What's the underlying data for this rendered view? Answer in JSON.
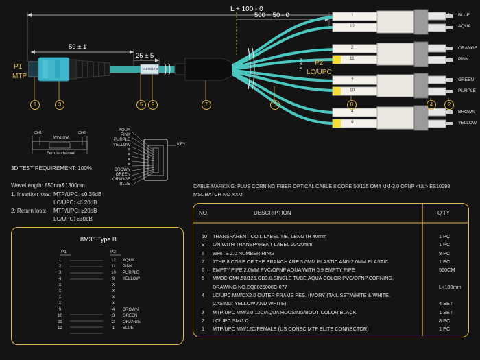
{
  "dims": {
    "total": "L + 100 - 0",
    "breakout": "500 + 50 - 0",
    "mtp_len": "59 ± 1",
    "tie_len": "25 ± 5"
  },
  "connectors": {
    "p1": "P1",
    "p1_type": "MTP",
    "p2": "P2",
    "p2_type": "LC/UPC",
    "label_text": "101-0013-0",
    "breakout_mark": "X\nX\nX"
  },
  "callouts": [
    "1",
    "3",
    "5",
    "9",
    "7",
    "6",
    "8",
    "4",
    "2"
  ],
  "fiber_labels": [
    {
      "num": "1",
      "color": "BLUE"
    },
    {
      "num": "12",
      "color": "AQUA"
    },
    {
      "num": "2",
      "color": "ORANGE"
    },
    {
      "num": "11",
      "color": "PINK"
    },
    {
      "num": "3",
      "color": "GREEN"
    },
    {
      "num": "10",
      "color": "PURPLE"
    },
    {
      "num": "4",
      "color": "BROWN"
    },
    {
      "num": "9",
      "color": "YELLOW"
    }
  ],
  "ferrule": {
    "ch1": "CH1",
    "window": "WINDOW",
    "ch2": "CH2",
    "caption": "Ferrule channel"
  },
  "key_diagram": {
    "key": "KEY",
    "colors": [
      "AQUA",
      "PINK",
      "PURPLE",
      "YELLOW",
      "X",
      "X",
      "X",
      "X",
      "BROWN",
      "GREEN",
      "ORANGE",
      "BLUE"
    ]
  },
  "specs": {
    "test": "3D TEST REQUIREMENT: 100%",
    "wavelength": "WaveLength: 850nm&1300nm",
    "il_label": "1. Insertion loss:",
    "il_mtp": "MTP/UPC: ≤0.35dB",
    "il_lc": "LC/UPC: ≤0.20dB",
    "rl_label": "2. Return loss:",
    "rl_mtp": "MTP/UPC: ≥20dB",
    "rl_lc": "LC/UPC: ≥30dB"
  },
  "marking": {
    "line1": "CABLE MARKING: PLUS CORNING FIBER OPTICAL CABLE 8 CORE 50/125 OM4 MM-3.0 OFNP <UL> ES10298",
    "line2": "MSL BATCH NO XXM"
  },
  "pinout": {
    "title": "8M38 Type B",
    "p1": "P1",
    "p2": "P2",
    "rows": [
      {
        "a": "1",
        "b": "12",
        "color": "AQUA"
      },
      {
        "a": "2",
        "b": "11",
        "color": "PINK"
      },
      {
        "a": "3",
        "b": "10",
        "color": "PURPLE"
      },
      {
        "a": "4",
        "b": "9",
        "color": "YELLOW"
      },
      {
        "a": "X",
        "b": "X",
        "color": ""
      },
      {
        "a": "X",
        "b": "X",
        "color": ""
      },
      {
        "a": "X",
        "b": "X",
        "color": ""
      },
      {
        "a": "X",
        "b": "X",
        "color": ""
      },
      {
        "a": "9",
        "b": "4",
        "color": "BROWN"
      },
      {
        "a": "10",
        "b": "3",
        "color": "GREEN"
      },
      {
        "a": "11",
        "b": "2",
        "color": "ORANGE"
      },
      {
        "a": "12",
        "b": "1",
        "color": "BLUE"
      }
    ]
  },
  "bom": {
    "headers": {
      "no": "NO.",
      "desc": "DESCRIPTION",
      "qty": "Q'TY"
    },
    "rows": [
      {
        "no": "10",
        "desc": "TRANSPARENT COIL LABEL TIE, LENGTH 40mm",
        "qty": "1 PC"
      },
      {
        "no": "9",
        "desc": "L/N WITH TRANSPARENT LABEL 20*20mm",
        "qty": "1 PC"
      },
      {
        "no": "8",
        "desc": "WHITE 2.0 NUMBER RING",
        "qty": "8 PC"
      },
      {
        "no": "7",
        "desc": "1THE 8 CORE OF THE BRANCH ARE 3.0MM PLASTIC AND 2.0MM PLASTIC",
        "qty": "1 PC"
      },
      {
        "no": "6",
        "desc": "EMPTY PIPE 2.0MM PVC/OFNP AQUA WITH 0.9 EMPTY PIPE",
        "qty": "560CM"
      },
      {
        "no": "5",
        "desc": "MM8C OM4,50/125,OD3.0,SINGLE TUBE,AQUA COLOR PVC/OFNP,CORNING,",
        "qty": ""
      },
      {
        "no": "",
        "desc": "DRAWING NO.EQ0025008C-077",
        "qty": "L+100mm"
      },
      {
        "no": "4",
        "desc": "LC/UPC MM/DX2.0 OUTER FRAME PES. (IVORY)(TAIL SET:WHITE & WHITE.",
        "qty": ""
      },
      {
        "no": "",
        "desc": "CASING: YELLOW AND WHITE)",
        "qty": "4 SET"
      },
      {
        "no": "3",
        "desc": "MTP/UPC MM/3.0 12C/AQUA HOUSING/BOOT COLOR:BLACK",
        "qty": "1 SET"
      },
      {
        "no": "2",
        "desc": "LC/UPC SM/1.0",
        "qty": "8 PC"
      },
      {
        "no": "1",
        "desc": "MTP/UPC MM/12C/FEMALE (US CONEC MTP ELITE CONNECTOR)",
        "qty": "1 PC"
      }
    ]
  }
}
